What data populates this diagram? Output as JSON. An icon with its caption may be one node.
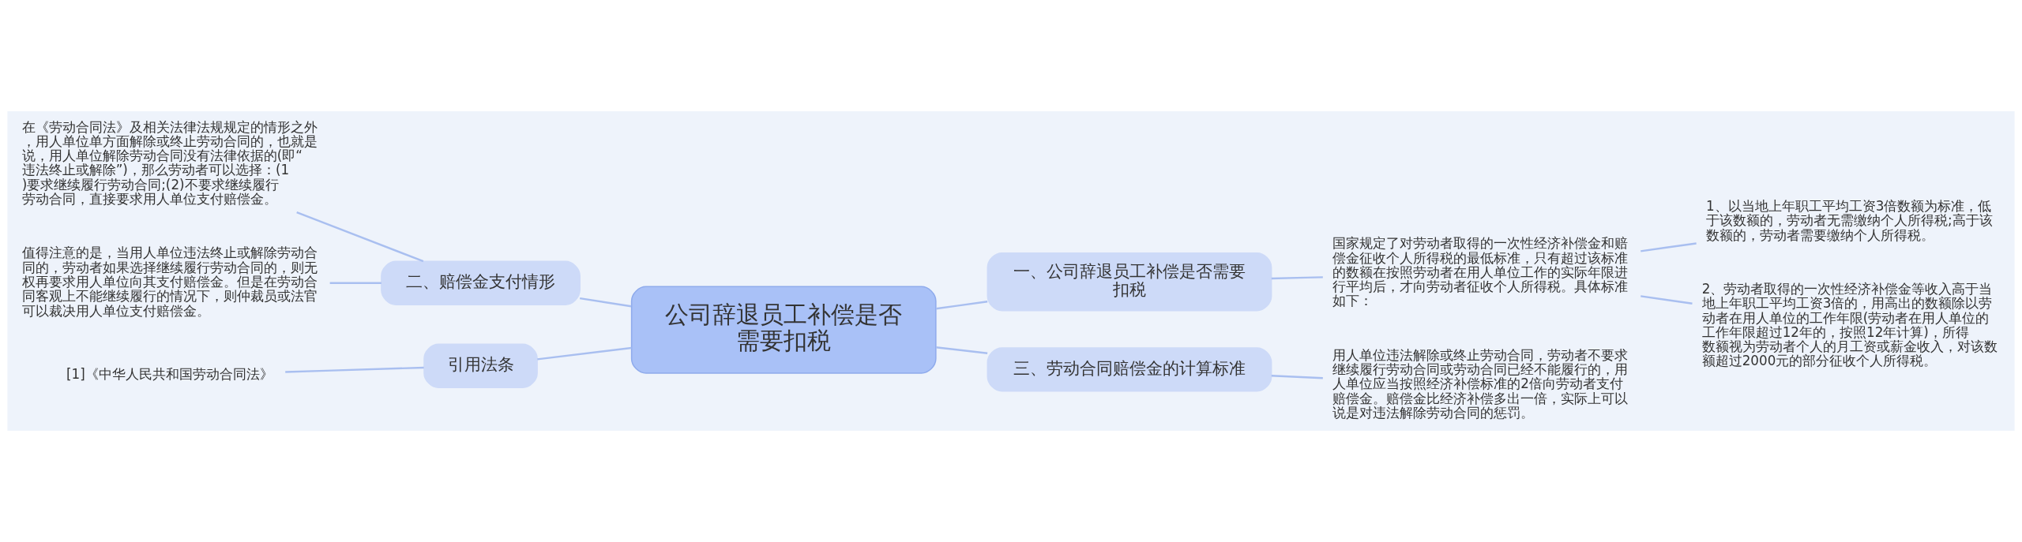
{
  "diagram": {
    "nodes": [
      {
        "text": [
          "公司辞退员工补偿是否需要扣税"
        ]
      },
      {
        "text": [
          "一、公司辞退员工补偿是否需要扣税"
        ]
      },
      {
        "text": [
          "国家规定了对劳动者取得的一次性经济补偿金和赔偿金征收个人所得税的最低标准，只有超过该标准的数额在按照劳动者在用人单位工作的实际年限进行平均后，才向劳动者征收个人所得税。具体标准如下："
        ]
      },
      {
        "text": [
          "1、以当地上年职工平均工资3倍数额为标准，低于该数额的，劳动者无需缴纳个人所得税;高于该数额的，劳动者需要缴纳个人所得税。"
        ]
      },
      {
        "text": [
          "2、劳动者取得的一次性经济补偿金等收入高于当地上年职工平均工资3倍的，用高出的数额除以劳动者在用人单位的工作年限(劳动者在用人单位的工作年限超过12年的，按照12年计算)，所得数额视为劳动者个人的月工资或薪金收入，对该数额超过2000元的部分征收个人所得税。"
        ]
      },
      {
        "text": [
          "二、赔偿金支付情形"
        ]
      },
      {
        "text": [
          "在《劳动合同法》及相关法律法规规定的情形之外，用人单位单方面解除或终止劳动合同的，也就是说，用人单位解除劳动合同没有法律依据的(即“违法终止或解除”)，那么劳动者可以选择：(1)要求继续履行劳动合同;(2)不要求继续履行劳动合同，直接要求用人单位支付赔偿金。"
        ]
      },
      {
        "text": [
          "值得注意的是，当用人单位违法终止或解除劳动合同的，劳动者如果选择继续履行劳动合同的，则无权再要求用人单位向其支付赔偿金。但是在劳动合同客观上不能继续履行的情况下，则仲裁员或法官可以裁决用人单位支付赔偿金。"
        ]
      },
      {
        "text": [
          "引用法条"
        ]
      },
      {
        "text": [
          "[1]《中华人民共和国劳动合同法》"
        ]
      },
      {
        "text": [
          "三、劳动合同赔偿金的计算标准"
        ]
      },
      {
        "text": [
          "用人单位违法解除或终止劳动合同，劳动者不要求继续履行劳动合同或劳动合同已经不能履行的，用人单位应当按照经济补偿标准的2倍向劳动者支付赔偿金。赔偿金比经济补偿多出一倍，实际上可以说是对违法解除劳动合同的惩罚。"
        ]
      }
    ],
    "edges": [
      {
        "from": 0,
        "to": 1,
        "arrow": "none"
      },
      {
        "from": 1,
        "to": 2,
        "arrow": "none"
      },
      {
        "from": 2,
        "to": 3,
        "arrow": "none"
      },
      {
        "from": 2,
        "to": 4,
        "arrow": "none"
      },
      {
        "from": 0,
        "to": 5,
        "arrow": "none"
      },
      {
        "from": 5,
        "to": 6,
        "arrow": "none"
      },
      {
        "from": 5,
        "to": 7,
        "arrow": "none"
      },
      {
        "from": 0,
        "to": 8,
        "arrow": "none"
      },
      {
        "from": 8,
        "to": 9,
        "arrow": "none"
      },
      {
        "from": 0,
        "to": 10,
        "arrow": "none"
      },
      {
        "from": 10,
        "to": 11,
        "arrow": "none"
      }
    ]
  }
}
